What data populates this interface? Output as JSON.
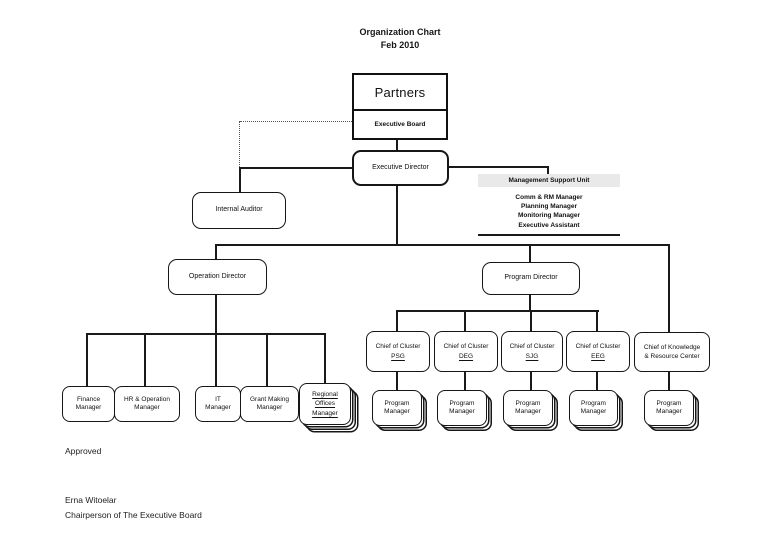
{
  "title": {
    "line1": "Organization Chart",
    "line2": "Feb 2010"
  },
  "colors": {
    "line": "#1a1a1a",
    "msu_header_bg": "#e9e9e9",
    "box_border": "#161616",
    "background": "#ffffff"
  },
  "nodes": {
    "partners": {
      "title": "Partners",
      "subtitle": "Executive Board"
    },
    "executive_director": {
      "label": "Executive Director"
    },
    "internal_auditor": {
      "label": "Internal Auditor"
    },
    "management_support_unit": {
      "title": "Management Support Unit",
      "members": [
        "Comm & RM Manager",
        "Planning Manager",
        "Monitoring Manager",
        "Executive Assistant"
      ]
    },
    "operation_director": {
      "label": "Operation Director"
    },
    "program_director": {
      "label": "Program Director"
    },
    "finance_manager": {
      "line1": "Finance",
      "line2": "Manager"
    },
    "hr_operation_manager": {
      "line1": "HR & Operation",
      "line2": "Manager"
    },
    "it_manager": {
      "line1": "IT",
      "line2": "Manager"
    },
    "grant_making_manager": {
      "line1": "Grant Making",
      "line2": "Manager"
    },
    "regional_offices_manager": {
      "line1": "Regional",
      "line2": "Offices",
      "line3": "Manager"
    },
    "chief_psg": {
      "line1": "Chief of Cluster",
      "code": "PSG"
    },
    "chief_deg": {
      "line1": "Chief of Cluster",
      "code": "DEG"
    },
    "chief_sjg": {
      "line1": "Chief of Cluster",
      "code": "SJG"
    },
    "chief_eeg": {
      "line1": "Chief of Cluster",
      "code": "EEG"
    },
    "chief_knowledge": {
      "line1": "Chief of Knowledge",
      "line2": "& Resource Center"
    },
    "program_manager": {
      "line1": "Program",
      "line2": "Manager"
    }
  },
  "footer": {
    "approved": "Approved",
    "signatory_name": "Erna Witoelar",
    "signatory_title": "Chairperson of The Executive Board"
  }
}
